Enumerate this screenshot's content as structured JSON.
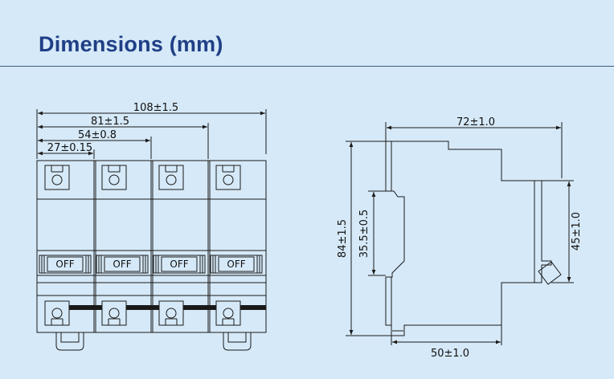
{
  "header": {
    "title": "Dimensions (mm)"
  },
  "front_view": {
    "dims": {
      "width_4p": "108±1.5",
      "width_3p": "81±1.5",
      "width_2p": "54±0.8",
      "width_1p": "27±0.15"
    },
    "poles": [
      {
        "label": "OFF"
      },
      {
        "label": "OFF"
      },
      {
        "label": "OFF"
      },
      {
        "label": "OFF"
      }
    ]
  },
  "side_view": {
    "dims": {
      "depth": "72±1.0",
      "height": "84±1.5",
      "rail": "35.5±0.5",
      "front_height": "45±1.0",
      "base_depth": "50±1.0"
    }
  },
  "colors": {
    "background": "#d6e9f8",
    "title": "#1f3f86",
    "line": "#1a1a1a"
  }
}
